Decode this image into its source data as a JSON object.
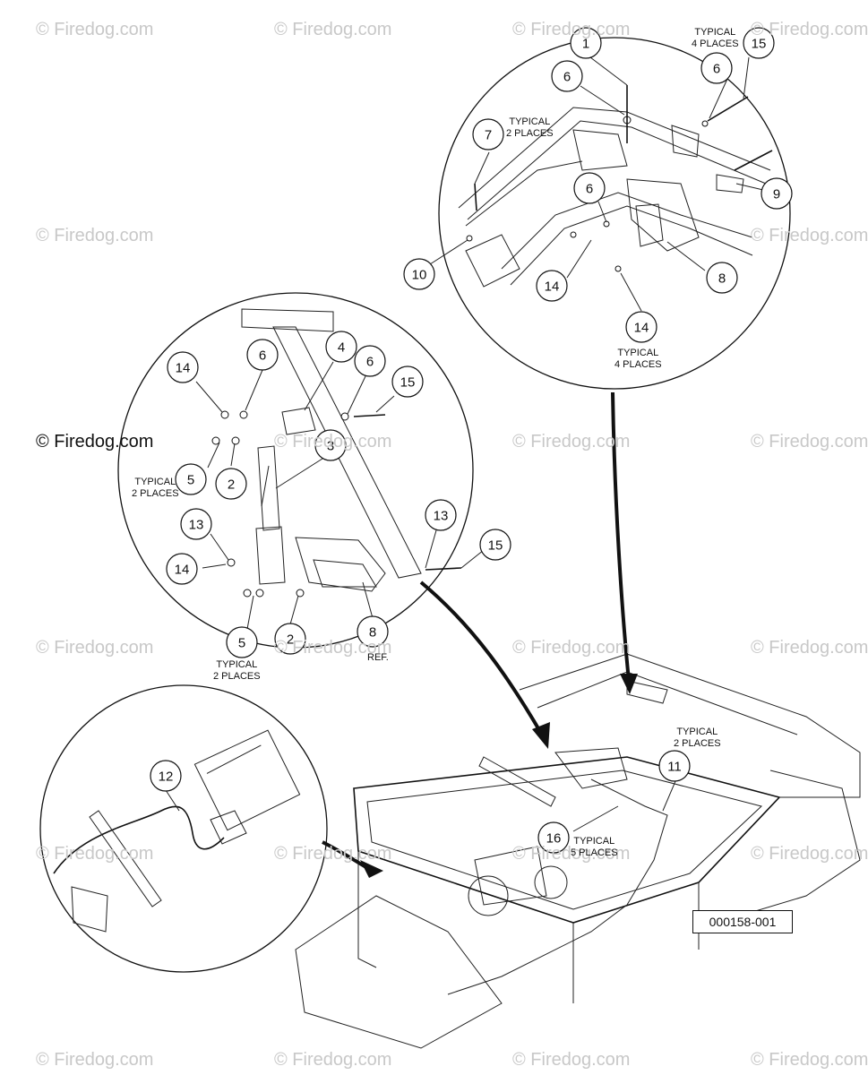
{
  "watermark": "© Firedog.com",
  "drawing_id": "000158-001",
  "notes": {
    "typical_4_places_top": [
      "TYPICAL",
      "4 PLACES"
    ],
    "typical_2_places_top": [
      "TYPICAL",
      "2 PLACES"
    ],
    "typical_4_places_bottom": [
      "TYPICAL",
      "4 PLACES"
    ],
    "typical_2_places_left": [
      "TYPICAL",
      "2 PLACES"
    ],
    "typical_2_places_left_low": [
      "TYPICAL",
      "2 PLACES"
    ],
    "ref": "REF.",
    "typical_2_places_frame": [
      "TYPICAL",
      "2 PLACES"
    ],
    "typical_5_places": [
      "TYPICAL",
      "5 PLACES"
    ]
  },
  "callouts": {
    "top_detail": [
      "1",
      "6",
      "15",
      "6",
      "7",
      "6",
      "9",
      "10",
      "14",
      "8",
      "14"
    ],
    "mid_detail": [
      "14",
      "6",
      "4",
      "6",
      "15",
      "3",
      "5",
      "2",
      "13",
      "13",
      "15",
      "14",
      "5",
      "2",
      "8"
    ],
    "low_detail": [
      "12"
    ],
    "frame": [
      "11",
      "16"
    ]
  }
}
